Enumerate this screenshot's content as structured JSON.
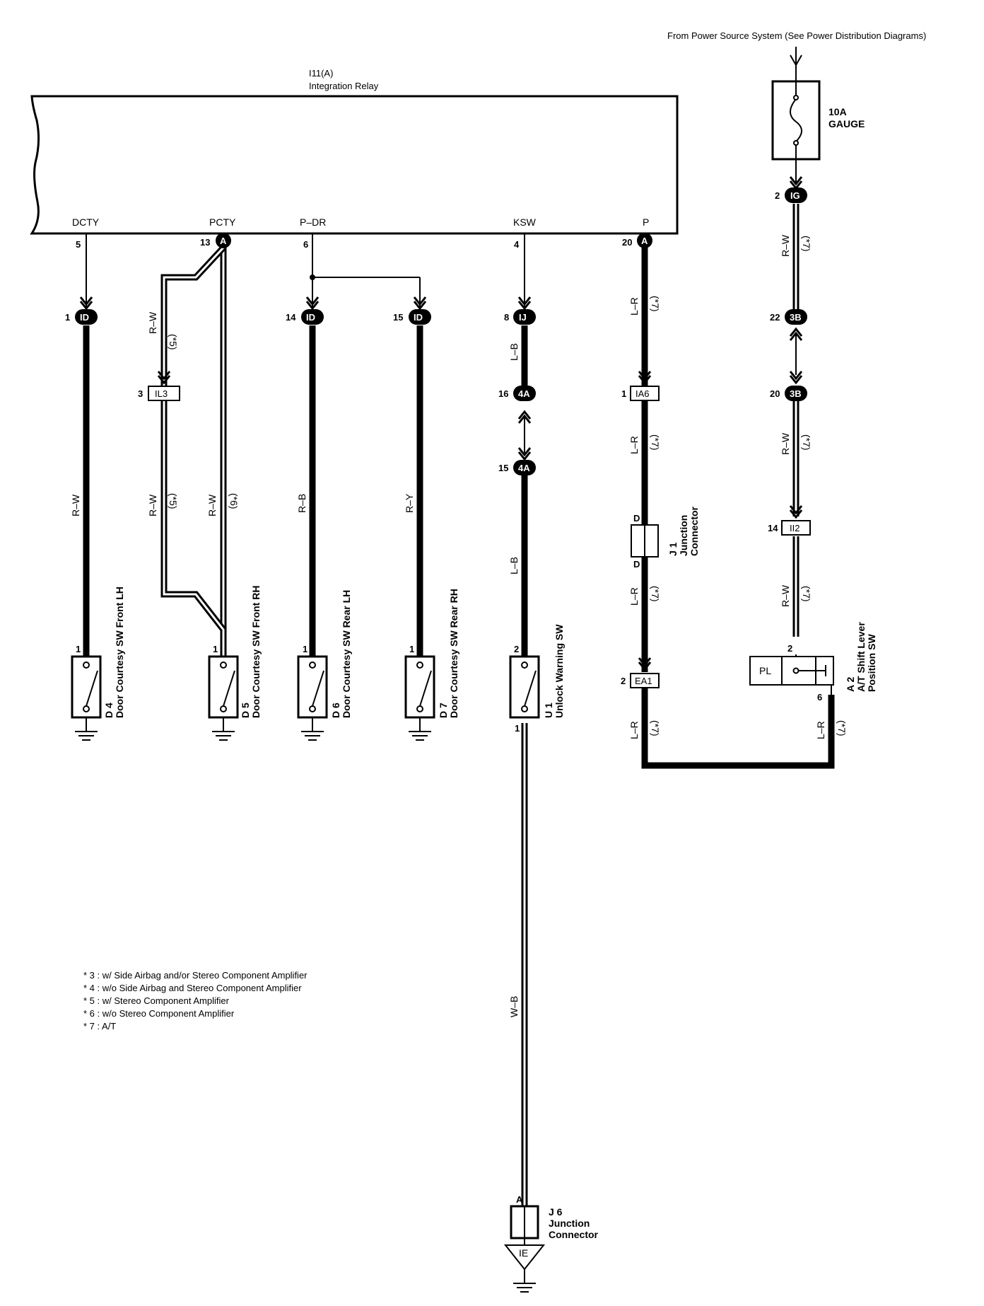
{
  "power_source": "From Power Source System (See Power Distribution Diagrams)",
  "relay": {
    "id": "I11(A)",
    "name": "Integration Relay"
  },
  "terminals": {
    "dcty": "DCTY",
    "pcty": "PCTY",
    "pdr": "P–DR",
    "ksw": "KSW",
    "p": "P"
  },
  "fuse": {
    "rating": "10A",
    "name": "GAUGE"
  },
  "pins": {
    "p5": "5",
    "p13": "13",
    "p6": "6",
    "p4": "4",
    "p20": "20",
    "p1": "1",
    "p14": "14",
    "p15": "15",
    "p8": "8",
    "p16": "16",
    "p15b": "15",
    "p3": "3",
    "p1ia": "1",
    "p2ig": "2",
    "p22": "22",
    "p20b": "20",
    "p14ii": "14",
    "p2ea": "2",
    "p6a2": "6",
    "p2a2": "2",
    "d4": "1",
    "d5": "1",
    "d6": "1",
    "d7": "1",
    "u1top": "2",
    "u1bot": "1",
    "jD1": "D",
    "jD2": "D",
    "jA": "A"
  },
  "connectors": {
    "A": "A",
    "ID": "ID",
    "IJ": "IJ",
    "4A": "4A",
    "IG": "IG",
    "3B": "3B",
    "IL3": "IL3",
    "IA6": "IA6",
    "II2": "II2",
    "EA1": "EA1",
    "IE": "IE",
    "PL": "PL"
  },
  "wires": {
    "rw": "R–W",
    "rb": "R–B",
    "ry": "R–Y",
    "lb": "L–B",
    "lr": "L–R",
    "wb": "W–B",
    "n5": "(*5)",
    "n6": "(*6)",
    "n7": "(*7)"
  },
  "components": {
    "d4_id": "D 4",
    "d4_name": "Door Courtesy SW Front LH",
    "d5_id": "D 5",
    "d5_name": "Door Courtesy SW Front RH",
    "d6_id": "D 6",
    "d6_name": "Door Courtesy SW Rear LH",
    "d7_id": "D 7",
    "d7_name": "Door Courtesy SW Rear RH",
    "u1_id": "U 1",
    "u1_name": "Unlock Warning SW",
    "j1_id": "J 1",
    "j1_l1": "Junction",
    "j1_l2": "Connector",
    "j6_id": "J 6",
    "j6_l1": "Junction",
    "j6_l2": "Connector",
    "a2_id": "A 2",
    "a2_l1": "A/T Shift Lever",
    "a2_l2": "Position SW"
  },
  "notes": [
    "* 3 : w/ Side Airbag and/or Stereo Component Amplifier",
    "* 4 : w/o Side Airbag and Stereo Component Amplifier",
    "* 5 : w/ Stereo Component Amplifier",
    "* 6 : w/o Stereo Component Amplifier",
    "* 7 : A/T"
  ]
}
